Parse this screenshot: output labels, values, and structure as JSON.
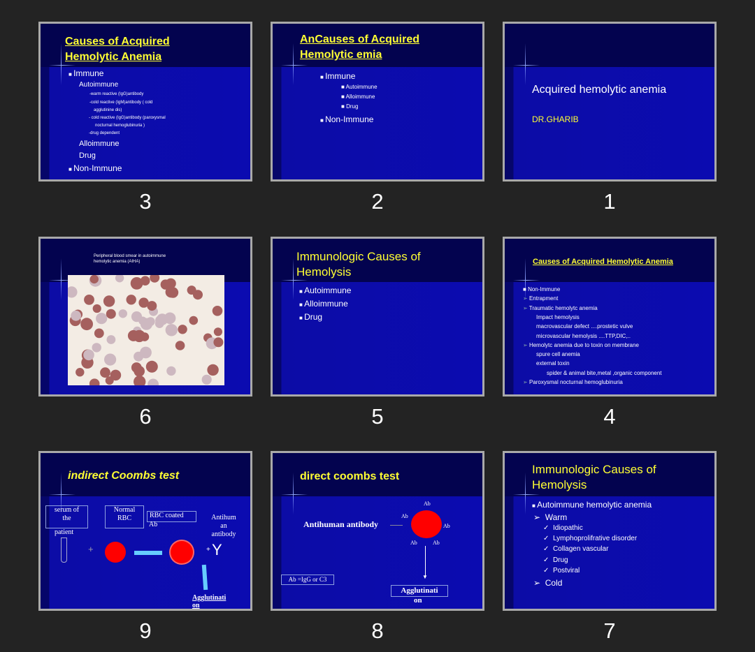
{
  "slides": [
    {
      "number": "3",
      "title1": "Causes of Acquired",
      "title2": "Hemolytic Anemia",
      "lines": [
        "Immune",
        "Autoimmune",
        "-warm reactive (IgG)antibody",
        "-cold reactive (IgM)antibody ( cold",
        "agglutinine dis)",
        "- cold reactive (IgG)antibody (paroxysmal",
        "nocturnal hemoglubinuria )",
        "-drug dependent",
        "Alloimmune",
        "Drug",
        "Non-Immune"
      ]
    },
    {
      "number": "2",
      "title1": "AnCauses of Acquired",
      "title2": "Hemolytic emia",
      "lines": [
        "Immune",
        "Autoimmune",
        "Alloimmune",
        "Drug",
        "Non-Immune"
      ]
    },
    {
      "number": "1",
      "title": "Acquired hemolytic anemia",
      "author": "DR.GHARIB"
    },
    {
      "number": "6",
      "caption1": "Peripheral blood smear in autoimmune",
      "caption2": "hemolytic anemia (AIHA)"
    },
    {
      "number": "5",
      "title1": "Immunologic Causes of",
      "title2": "Hemolysis",
      "lines": [
        "Autoimmune",
        "Alloimmune",
        "Drug"
      ]
    },
    {
      "number": "4",
      "title": "Causes of Acquired Hemolytic Anemia",
      "lines": [
        "Non-Immune",
        "Entrapment",
        "Traumatic hemolytc anemia",
        "Impact hemolysis",
        "macrovascular defect ....prostetic vulve",
        "microvascular hemolysis ....TTP,DIC,..",
        "Hemolytc anemia due to toxin on membrane",
        "spure cell anemia",
        "external toxin",
        "spider & animal bite,metal ,organic component",
        "Paroxysmal nocturnal hemoglubinuria"
      ]
    },
    {
      "number": "9",
      "title": "indirect Coombs test",
      "serum": [
        "serum of",
        "the",
        "patient"
      ],
      "normal": [
        "Normal",
        "RBC"
      ],
      "coated": [
        "RBC coated",
        "Ab"
      ],
      "antihuman": [
        "Antihum",
        "an",
        "antibody"
      ],
      "plus": "+",
      "result": [
        "Agglutinati",
        "on"
      ]
    },
    {
      "number": "8",
      "title": "direct coombs test",
      "antihuman": "Antihuman antibody",
      "ab": "Ab",
      "legend": "Ab =IgG or C3",
      "result": [
        "Agglutinati",
        "on"
      ]
    },
    {
      "number": "7",
      "title1": "Immunologic Causes of",
      "title2": "Hemolysis",
      "lines": [
        "Autoimmune hemolytic anemia",
        "Warm",
        "Idiopathic",
        "Lymphoprolifrative disorder",
        "Collagen vascular",
        "Drug",
        "Postviral",
        "Cold"
      ]
    }
  ]
}
